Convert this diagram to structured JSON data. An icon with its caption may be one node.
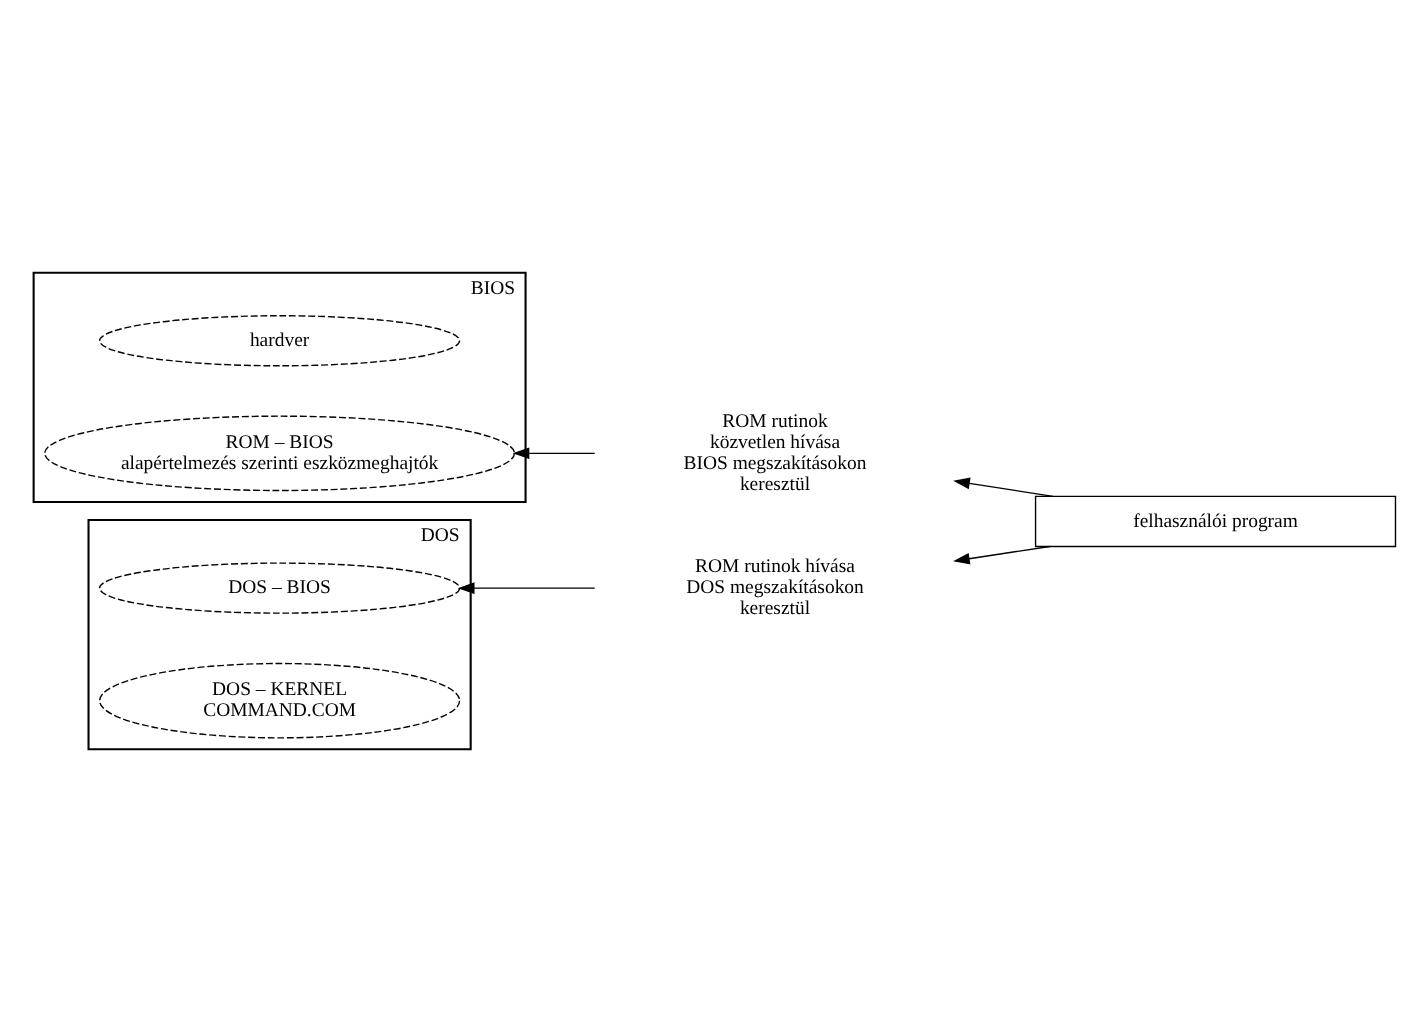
{
  "diagram": {
    "nodes": [
      {
        "text": [
          "BIOS"
        ]
      },
      {
        "text": [
          "hardver"
        ],
        "in": 0
      },
      {
        "text": [
          "ROM – BIOS",
          "alapértelmezés szerinti eszközmeghajtók"
        ],
        "in": 0
      },
      {
        "text": [
          "DOS"
        ]
      },
      {
        "text": [
          "DOS – BIOS"
        ],
        "in": 3
      },
      {
        "text": [
          "DOS – KERNEL",
          "COMMAND.COM"
        ],
        "in": 3
      },
      {
        "text": [
          "ROM rutinok közvetlen hívása BIOS megszakításokon keresztül"
        ]
      },
      {
        "text": [
          "ROM rutinok hívása DOS megszakításokon keresztül"
        ]
      },
      {
        "text": [
          "felhasználói program"
        ]
      }
    ],
    "edges": [
      {
        "from": 6,
        "to": 2,
        "arrow": "to"
      },
      {
        "from": 7,
        "to": 4,
        "arrow": "to"
      },
      {
        "from": 8,
        "to": 7,
        "arrow": "to"
      },
      {
        "from": 8,
        "to": 6,
        "arrow": "to"
      }
    ]
  }
}
